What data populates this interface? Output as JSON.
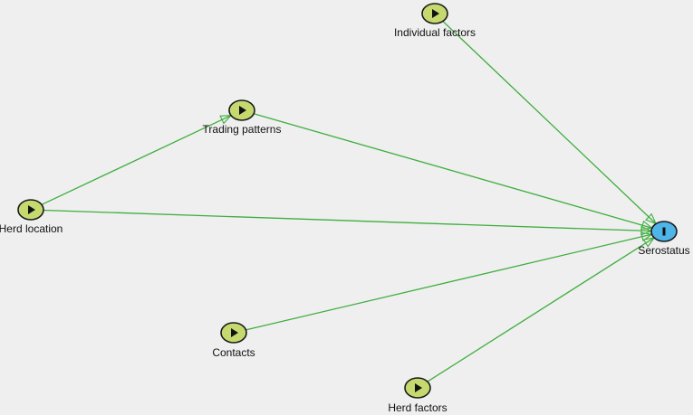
{
  "colors": {
    "background": "#efefef",
    "edge": "#3fae3f",
    "exposure_fill": "#c6d96e",
    "outcome_fill": "#4fb4e8",
    "node_stroke": "#1a1a1a"
  },
  "nodes": [
    {
      "id": "individual-factors",
      "label": "Individual factors",
      "kind": "exposure",
      "icon": "play-triangle-icon"
    },
    {
      "id": "trading-patterns",
      "label": "Trading patterns",
      "kind": "exposure",
      "icon": "play-triangle-icon"
    },
    {
      "id": "herd-location",
      "label": "Herd location",
      "kind": "exposure",
      "icon": "play-triangle-icon"
    },
    {
      "id": "serostatus",
      "label": "Serostatus",
      "kind": "outcome",
      "icon": "outcome-bar-icon"
    },
    {
      "id": "contacts",
      "label": "Contacts",
      "kind": "exposure",
      "icon": "play-triangle-icon"
    },
    {
      "id": "herd-factors",
      "label": "Herd factors",
      "kind": "exposure",
      "icon": "play-triangle-icon"
    }
  ],
  "edges": [
    {
      "from": "individual-factors",
      "to": "serostatus"
    },
    {
      "from": "trading-patterns",
      "to": "serostatus"
    },
    {
      "from": "herd-location",
      "to": "trading-patterns"
    },
    {
      "from": "herd-location",
      "to": "serostatus"
    },
    {
      "from": "contacts",
      "to": "serostatus"
    },
    {
      "from": "herd-factors",
      "to": "serostatus"
    }
  ]
}
